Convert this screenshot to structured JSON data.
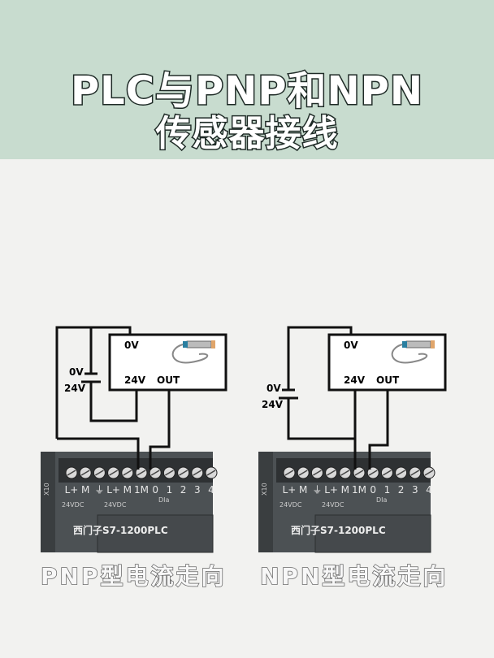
{
  "title": {
    "line1": "PLC与PNP和NPN",
    "line2": "传感器接线"
  },
  "diagrams": [
    {
      "caption": "PNP型电流走向",
      "battery_top": "0V",
      "battery_bottom": "24V",
      "sensor": {
        "zero": "0V",
        "supply": "24V",
        "out": "OUT",
        "icon": "proximity-sensor-icon"
      },
      "plc": {
        "model": "西门子S7-1200PLC",
        "terminals": [
          "L+",
          "M",
          "⏚",
          "L+",
          "M",
          "1M",
          "0",
          "1",
          "2",
          "3",
          "4"
        ],
        "vdc": "24VDC",
        "di": "DIa",
        "side": "X10"
      }
    },
    {
      "caption": "NPN型电流走向",
      "battery_top": "0V",
      "battery_bottom": "24V",
      "sensor": {
        "zero": "0V",
        "supply": "24V",
        "out": "OUT",
        "icon": "proximity-sensor-icon"
      },
      "plc": {
        "model": "西门子S7-1200PLC",
        "terminals": [
          "L+",
          "M",
          "⏚",
          "L+",
          "M",
          "1M",
          "0",
          "1",
          "2",
          "3",
          "4"
        ],
        "vdc": "24VDC",
        "di": "DIa",
        "side": "X10"
      }
    }
  ]
}
